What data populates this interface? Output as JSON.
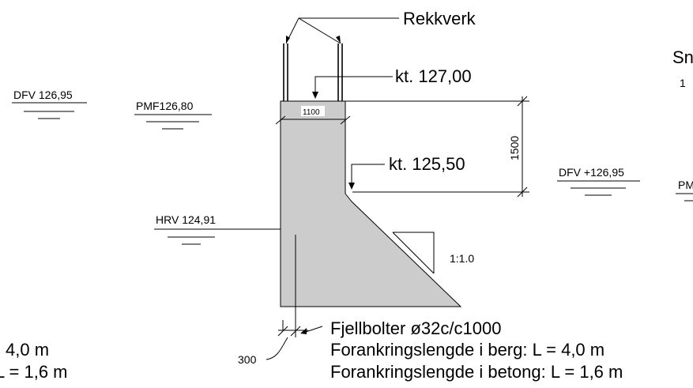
{
  "labels": {
    "rekkverk": "Rekkverk",
    "kt_top": "kt. 127,00",
    "kt_mid": "kt. 125,50",
    "width_dim": "1100",
    "height_dim": "1500",
    "dfv_left": "DFV 126,95",
    "pmf_left": "PMF126,80",
    "dfv_right": "DFV +126,95",
    "hrv": "HRV 124,91",
    "slope": "1:1.0",
    "bolt_spacing": "300",
    "bolts_title": "Fjellbolter ø32c/c1000",
    "anchor_rock": "Forankringslengde i berg: L = 4,0 m",
    "anchor_concrete": "Forankringslengde i betong: L = 1,6 m",
    "cut_left_1": "4,0 m",
    "cut_left_2": "L = 1,6 m",
    "cut_right_title": "Sn",
    "cut_right_1": "1",
    "cut_right_pm": "PM"
  },
  "colors": {
    "concrete_fill": "#cccccc",
    "line": "#000000"
  }
}
